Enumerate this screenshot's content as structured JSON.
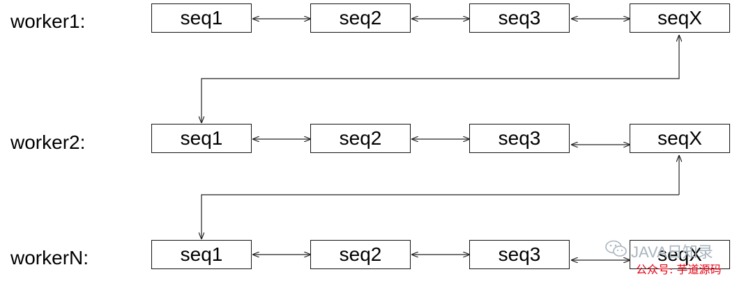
{
  "rows": [
    {
      "label": "worker1:",
      "items": [
        "seq1",
        "seq2",
        "seq3",
        "seqX"
      ]
    },
    {
      "label": "worker2:",
      "items": [
        "seq1",
        "seq2",
        "seq3",
        "seqX"
      ]
    },
    {
      "label": "workerN:",
      "items": [
        "seq1",
        "seq2",
        "seq3",
        "seqX"
      ]
    }
  ],
  "watermark": {
    "brand": "JAVA日知录",
    "subtitle": "公众号: 芋道源码",
    "icon": "wechat-icon"
  }
}
